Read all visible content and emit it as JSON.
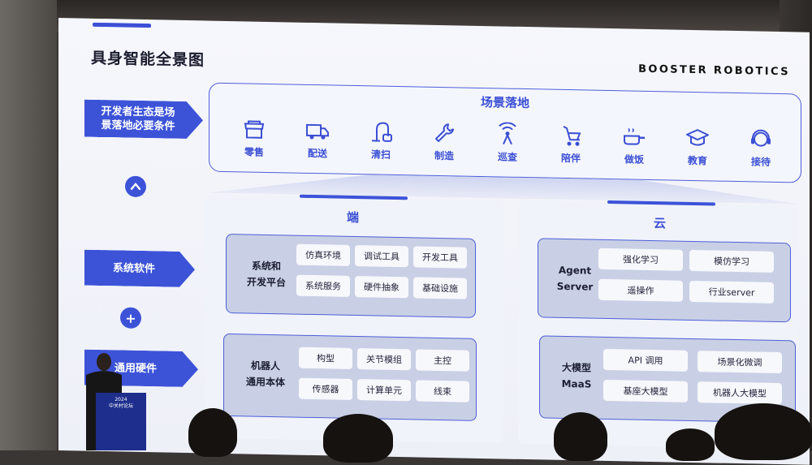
{
  "slide": {
    "title": "具身智能全景图",
    "brand": "BOOSTER ROBOTICS"
  },
  "tags": {
    "ecosystem": "开发者生态是场景落地必要条件",
    "ecosystem_line1": "开发者生态是场",
    "ecosystem_line2": "景落地必要条件",
    "system_software": "系统软件",
    "general_hardware": "通用硬件"
  },
  "connectors": {
    "up_icon": "chevron-up-icon",
    "plus": "+"
  },
  "scene": {
    "title": "场景落地",
    "items": [
      {
        "label": "零售",
        "icon": "store-icon"
      },
      {
        "label": "配送",
        "icon": "truck-icon"
      },
      {
        "label": "清扫",
        "icon": "vacuum-icon"
      },
      {
        "label": "制造",
        "icon": "wrench-icon"
      },
      {
        "label": "巡查",
        "icon": "signal-icon"
      },
      {
        "label": "陪伴",
        "icon": "stroller-icon"
      },
      {
        "label": "做饭",
        "icon": "pan-icon"
      },
      {
        "label": "教育",
        "icon": "graduation-cap-icon"
      },
      {
        "label": "接待",
        "icon": "headset-icon"
      }
    ]
  },
  "edge": {
    "title": "端",
    "system_platform": {
      "label_line1": "系统和",
      "label_line2": "开发平台",
      "chips": [
        "仿真环境",
        "调试工具",
        "开发工具",
        "系统服务",
        "硬件抽象",
        "基础设施"
      ]
    },
    "robot_body": {
      "label_line1": "机器人",
      "label_line2": "通用本体",
      "chips": [
        "构型",
        "关节模组",
        "主控",
        "传感器",
        "计算单元",
        "线束"
      ]
    }
  },
  "cloud": {
    "title": "云",
    "agent_server": {
      "label_line1": "Agent",
      "label_line2": "Server",
      "chips": [
        "强化学习",
        "模仿学习",
        "遥操作",
        "行业server"
      ]
    },
    "maas": {
      "label_line1": "大模型",
      "label_line2": "MaaS",
      "chips": [
        "API 调用",
        "场景化微调",
        "基座大模型",
        "机器人大模型"
      ]
    }
  },
  "podium": {
    "line1": "2024",
    "line2": "中关村论坛"
  },
  "colors": {
    "accent": "#3c53d8",
    "box_fill": "#c9d0e5",
    "chip_fill": "#f7f8fc"
  }
}
